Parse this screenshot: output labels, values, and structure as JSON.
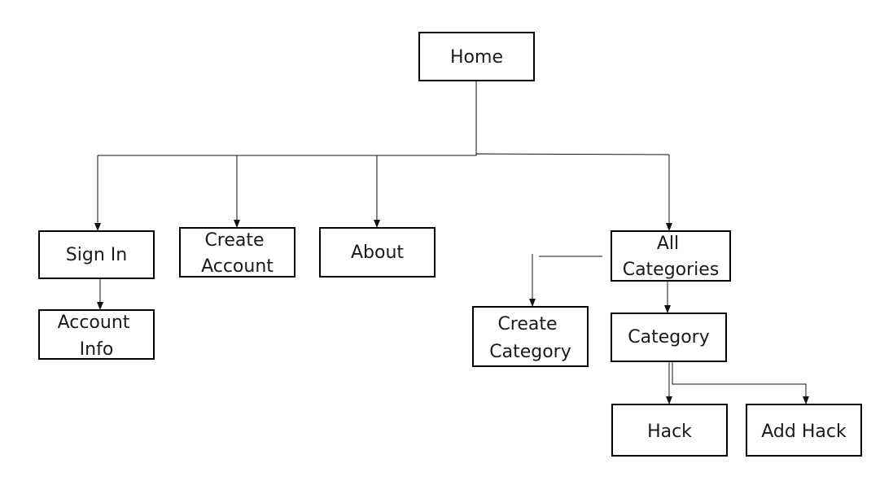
{
  "diagram": {
    "nodes": {
      "home": {
        "lines": [
          "Home"
        ]
      },
      "sign_in": {
        "lines": [
          "Sign In"
        ]
      },
      "account_info": {
        "lines": [
          "Account",
          "Info"
        ]
      },
      "create_account": {
        "lines": [
          "Create",
          "Account"
        ]
      },
      "about": {
        "lines": [
          "About"
        ]
      },
      "all_categories": {
        "lines": [
          "All",
          "Categories"
        ]
      },
      "create_category": {
        "lines": [
          "Create",
          "Category"
        ]
      },
      "category": {
        "lines": [
          "Category"
        ]
      },
      "hack": {
        "lines": [
          "Hack"
        ]
      },
      "add_hack": {
        "lines": [
          "Add Hack"
        ]
      }
    },
    "edges": [
      {
        "from": "home",
        "to": "sign_in"
      },
      {
        "from": "home",
        "to": "create_account"
      },
      {
        "from": "home",
        "to": "about"
      },
      {
        "from": "home",
        "to": "all_categories"
      },
      {
        "from": "sign_in",
        "to": "account_info"
      },
      {
        "from": "all_categories",
        "to": "create_category"
      },
      {
        "from": "all_categories",
        "to": "category"
      },
      {
        "from": "category",
        "to": "hack"
      },
      {
        "from": "category",
        "to": "add_hack"
      }
    ],
    "colors": {
      "stroke": "#000000",
      "text": "#1a1a1a",
      "background": "#ffffff"
    }
  }
}
